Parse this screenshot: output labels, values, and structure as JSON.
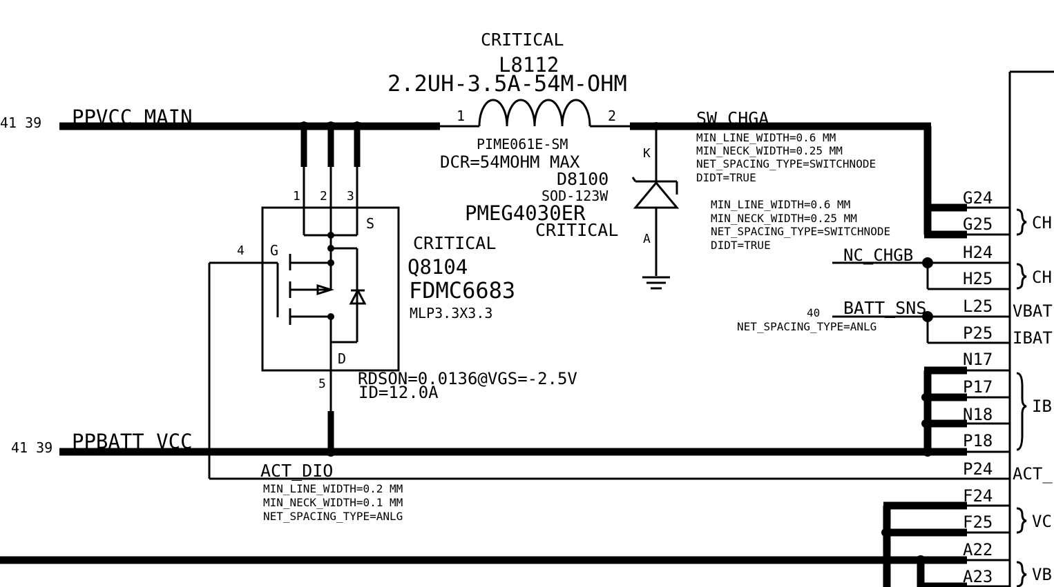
{
  "nets": {
    "ppvcc_main": "PPVCC_MAIN",
    "ppvcc_main_refs": "41 39",
    "ppbatt_vcc": "PPBATT_VCC",
    "ppbatt_vcc_refs": "41 39",
    "sw_chga": "SW_CHGA",
    "nc_chgb": "NC_CHGB",
    "batt_sns": "BATT_SNS",
    "batt_sns_ref": "40",
    "act_dio": "ACT_DIO"
  },
  "inductor": {
    "critical": "CRITICAL",
    "refdes": "L8112",
    "value": "2.2UH-3.5A-54M-OHM",
    "pin1": "1",
    "pin2": "2",
    "package": "PIME061E-SM",
    "dcr": "DCR=54MOHM MAX"
  },
  "diode": {
    "refdes": "D8100",
    "package": "SOD-123W",
    "part": "PMEG4030ER",
    "critical": "CRITICAL",
    "pin_k": "K",
    "pin_a": "A"
  },
  "mosfet": {
    "critical": "CRITICAL",
    "refdes": "Q8104",
    "part": "FDMC6683",
    "package": "MLP3.3X3.3",
    "rdson": "RDSON=0.0136@VGS=-2.5V",
    "id": "ID=12.0A",
    "pin1": "1",
    "pin2": "2",
    "pin3": "3",
    "pin4": "4",
    "pin5": "5",
    "label_s": "S",
    "label_g": "G",
    "label_d": "D"
  },
  "sw_chga_props": {
    "line1": "MIN_LINE_WIDTH=0.6 MM",
    "line2": "MIN_NECK_WIDTH=0.25 MM",
    "line3": "NET_SPACING_TYPE=SWITCHNODE",
    "line4": "DIDT=TRUE"
  },
  "chgb_props": {
    "line1": "MIN_LINE_WIDTH=0.6 MM",
    "line2": "MIN_NECK_WIDTH=0.25 MM",
    "line3": "NET_SPACING_TYPE=SWITCHNODE",
    "line4": "DIDT=TRUE"
  },
  "batt_sns_props": {
    "line1": "NET_SPACING_TYPE=ANLG"
  },
  "act_dio_props": {
    "line1": "MIN_LINE_WIDTH=0.2 MM",
    "line2": "MIN_NECK_WIDTH=0.1 MM",
    "line3": "NET_SPACING_TYPE=ANLG"
  },
  "ic_pins": [
    "G24",
    "G25",
    "H24",
    "H25",
    "L25",
    "P25",
    "N17",
    "P17",
    "N18",
    "P18",
    "P24",
    "F24",
    "F25",
    "A22",
    "A23"
  ],
  "ic_right_labels": {
    "ch1": "CH",
    "ch2": "CH",
    "vbat": "VBAT",
    "ibat": "IBAT",
    "ib": "IB",
    "act": "ACT_",
    "vc": "VC",
    "vb": "VB"
  }
}
